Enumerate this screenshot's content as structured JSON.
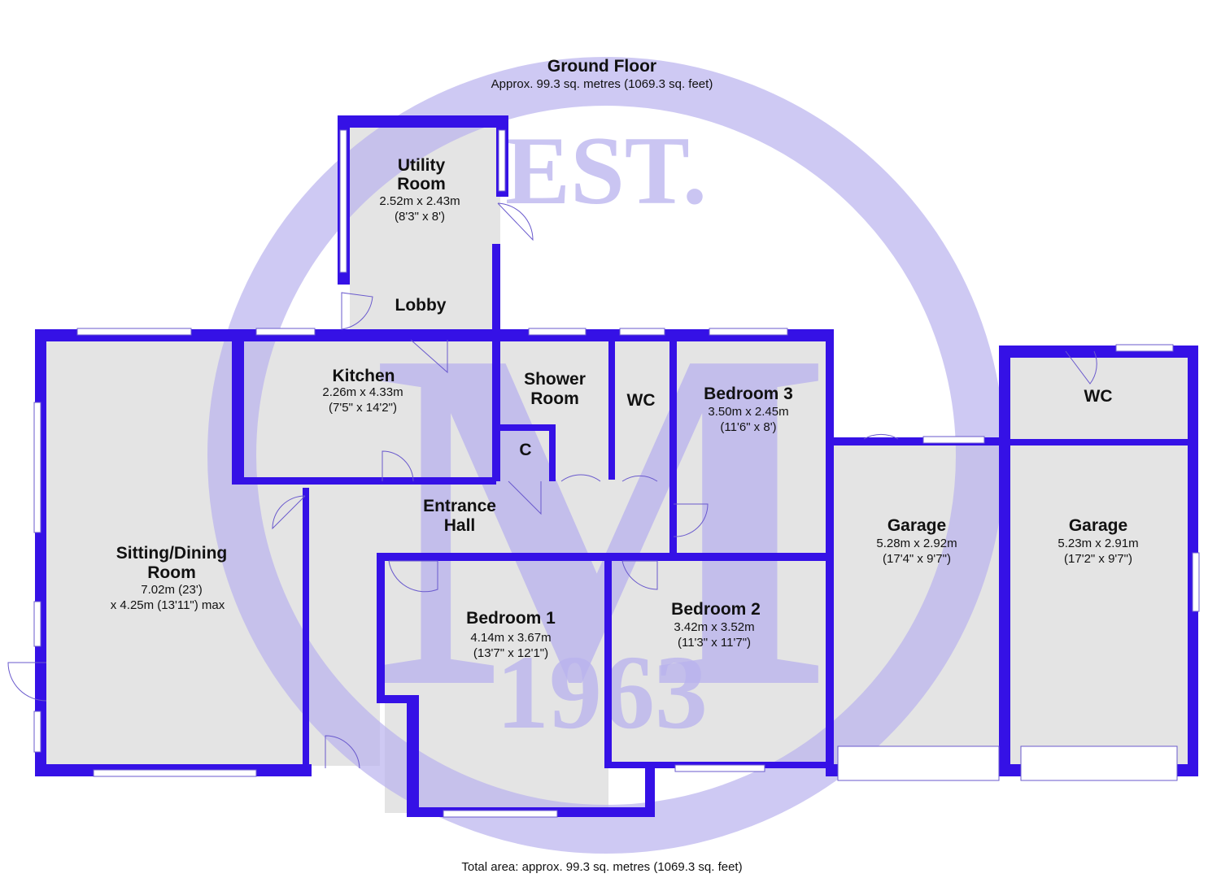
{
  "header": {
    "title": "Ground Floor",
    "subtitle": "Approx. 99.3 sq. metres (1069.3 sq. feet)"
  },
  "footer": {
    "total": "Total area: approx. 99.3 sq. metres (1069.3 sq. feet)"
  },
  "watermark": {
    "top": "EST.",
    "letter": "M",
    "year": "1963",
    "color": "#b9b2ee"
  },
  "colors": {
    "wall": "#3511e6",
    "floor": "#e4e4e4"
  },
  "rooms": {
    "utility": {
      "name1": "Utility",
      "name2": "Room",
      "dim": "2.52m x 2.43m",
      "imp": "(8'3\" x 8')"
    },
    "lobby": {
      "name": "Lobby"
    },
    "kitchen": {
      "name": "Kitchen",
      "dim": "2.26m x 4.33m",
      "imp": "(7'5\" x 14'2\")"
    },
    "shower": {
      "name1": "Shower",
      "name2": "Room"
    },
    "wc1": {
      "name": "WC"
    },
    "bedroom3": {
      "name": "Bedroom 3",
      "dim": "3.50m x 2.45m",
      "imp": "(11'6\" x 8')"
    },
    "cupboard": {
      "name": "C"
    },
    "hall": {
      "name1": "Entrance",
      "name2": "Hall"
    },
    "sitting": {
      "name1": "Sitting/Dining",
      "name2": "Room",
      "dim": "7.02m (23')",
      "imp": "x 4.25m (13'11\") max"
    },
    "bedroom1": {
      "name": "Bedroom 1",
      "dim": "4.14m x 3.67m",
      "imp": "(13'7\" x 12'1\")"
    },
    "bedroom2": {
      "name": "Bedroom 2",
      "dim": "3.42m x 3.52m",
      "imp": "(11'3\" x 11'7\")"
    },
    "garage1": {
      "name": "Garage",
      "dim": "5.28m x 2.92m",
      "imp": "(17'4\" x 9'7\")"
    },
    "garage2": {
      "name": "Garage",
      "dim": "5.23m x 2.91m",
      "imp": "(17'2\" x 9'7\")"
    },
    "wc2": {
      "name": "WC"
    }
  }
}
